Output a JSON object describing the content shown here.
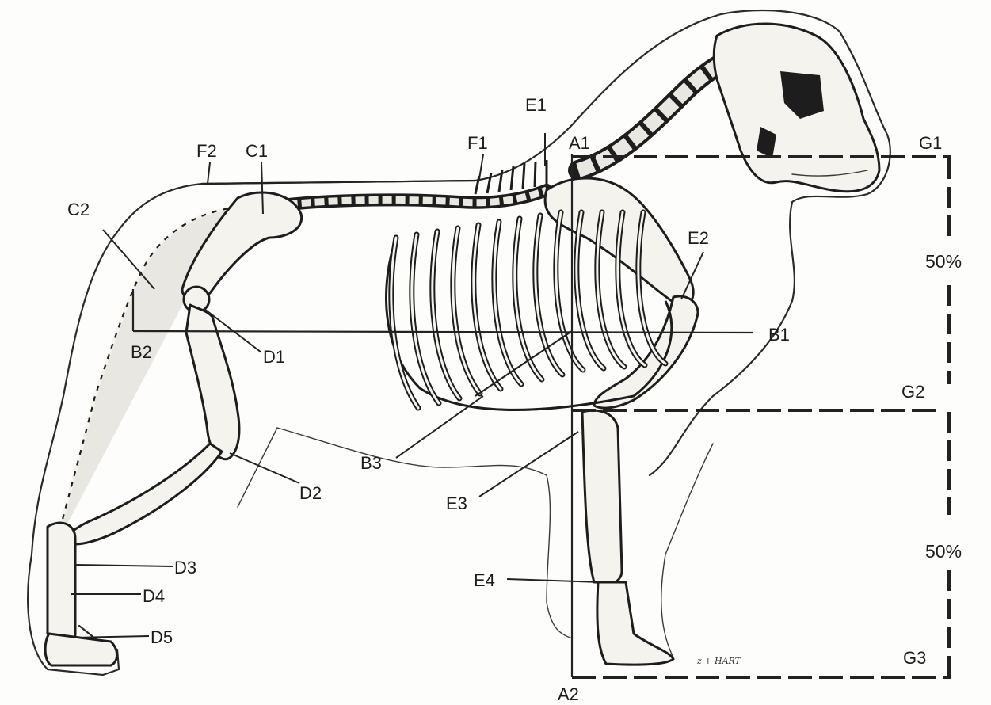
{
  "labels": {
    "A1": "A1",
    "A2": "A2",
    "B1": "B1",
    "B2": "B2",
    "B3": "B3",
    "C1": "C1",
    "C2": "C2",
    "D1": "D1",
    "D2": "D2",
    "D3": "D3",
    "D4": "D4",
    "D5": "D5",
    "E1": "E1",
    "E2": "E2",
    "E3": "E3",
    "E4": "E4",
    "F1": "F1",
    "F2": "F2",
    "G1": "G1",
    "G2": "G2",
    "G3": "G3"
  },
  "proportions": {
    "upper": "50%",
    "lower": "50%"
  },
  "signature": "z + HART"
}
